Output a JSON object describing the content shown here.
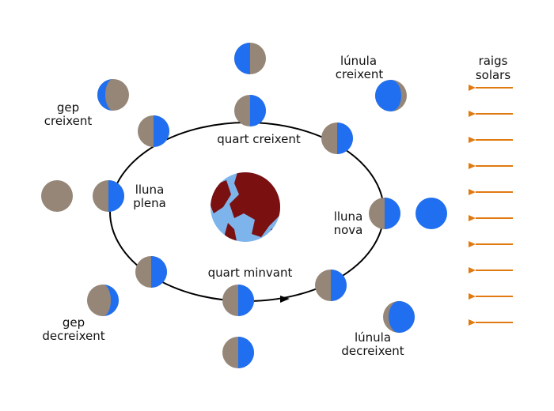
{
  "colors": {
    "lit": "#1f6ff0",
    "dark": "#958677",
    "orbit": "#000000",
    "ray": "#e07a10",
    "earth_ocean": "#7eb4ec",
    "earth_land": "#7a1010"
  },
  "labels": {
    "sun_rays_line1": "raigs",
    "sun_rays_line2": "solars",
    "waxing_crescent_line1": "lúnula",
    "waxing_crescent_line2": "creixent",
    "waxing_gibbous_line1": "gep",
    "waxing_gibbous_line2": "creixent",
    "first_quarter": "quart creixent",
    "full_moon_line1": "lluna",
    "full_moon_line2": "plena",
    "new_moon_line1": "lluna",
    "new_moon_line2": "nova",
    "last_quarter": "quart minvant",
    "waning_gibbous_line1": "gep",
    "waning_gibbous_line2": "decreixent",
    "waning_crescent_line1": "lúnula",
    "waning_crescent_line2": "decreixent"
  }
}
